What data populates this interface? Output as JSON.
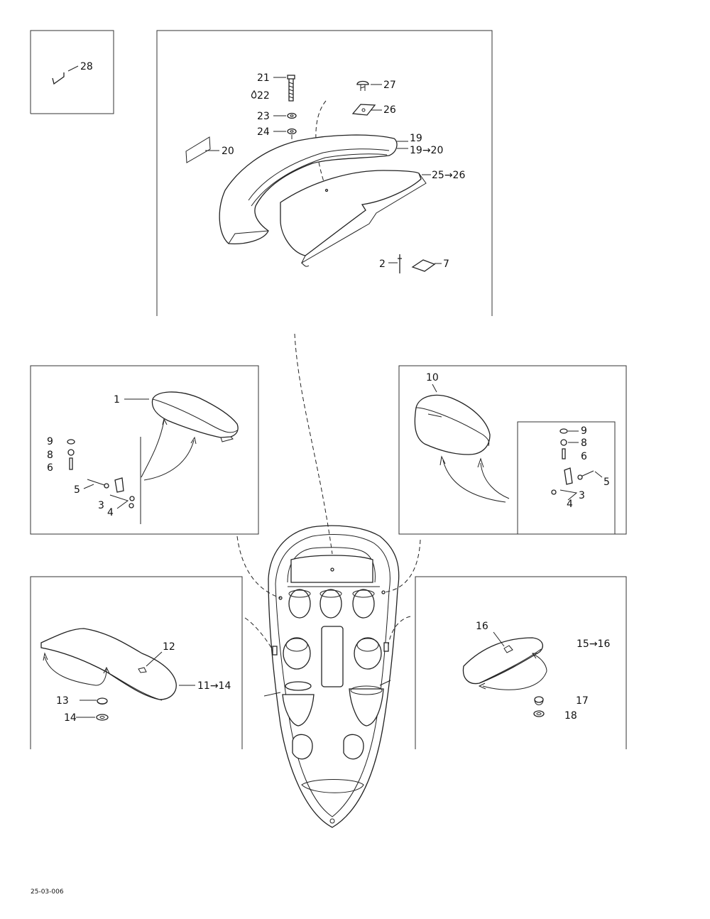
{
  "labels": {
    "l28": "28",
    "l21": "21",
    "l22": "22",
    "l23": "23",
    "l24": "24",
    "l27": "27",
    "l26": "26",
    "l19": "19",
    "l19to20": "19→20",
    "l20": "20",
    "l25to26": "25→26",
    "l2": "2",
    "l7": "7",
    "l1": "1",
    "l9a": "9",
    "l8a": "8",
    "l6a": "6",
    "l5a": "5",
    "l3a": "3",
    "l4a": "4",
    "l10": "10",
    "l9b": "9",
    "l8b": "8",
    "l6b": "6",
    "l5b": "5",
    "l3b": "3",
    "l4b": "4",
    "l12": "12",
    "l11to14": "11→14",
    "l13": "13",
    "l14": "14",
    "l16": "16",
    "l15to16": "15→16",
    "l17": "17",
    "l18": "18"
  },
  "drawing_code": "25-03-006",
  "icons": {
    "sealant": "drop-icon",
    "arrow": "arrow-right-icon"
  }
}
